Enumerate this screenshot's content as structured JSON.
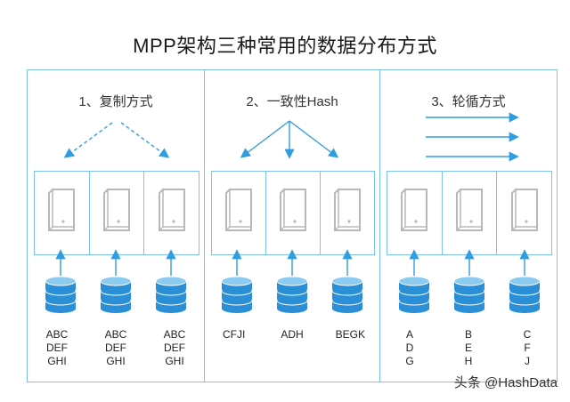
{
  "title": "MPP架构三种常用的数据分布方式",
  "panels": [
    {
      "title": "1、复制方式",
      "labels": [
        "ABC\nDEF\nGHI",
        "ABC\nDEF\nGHI",
        "ABC\nDEF\nGHI"
      ]
    },
    {
      "title": "2、一致性Hash",
      "labels": [
        "CFJI",
        "ADH",
        "BEGK"
      ]
    },
    {
      "title": "3、轮循方式",
      "labels": [
        "A\nD\nG",
        "B\nE\nH",
        "C\nF\nJ"
      ]
    }
  ],
  "watermark": "头条 @HashData",
  "colors": {
    "accent": "#2f9de0",
    "border": "#7cc2ec",
    "db_dark": "#2a8fd6",
    "db_light": "#8ccbf0"
  }
}
